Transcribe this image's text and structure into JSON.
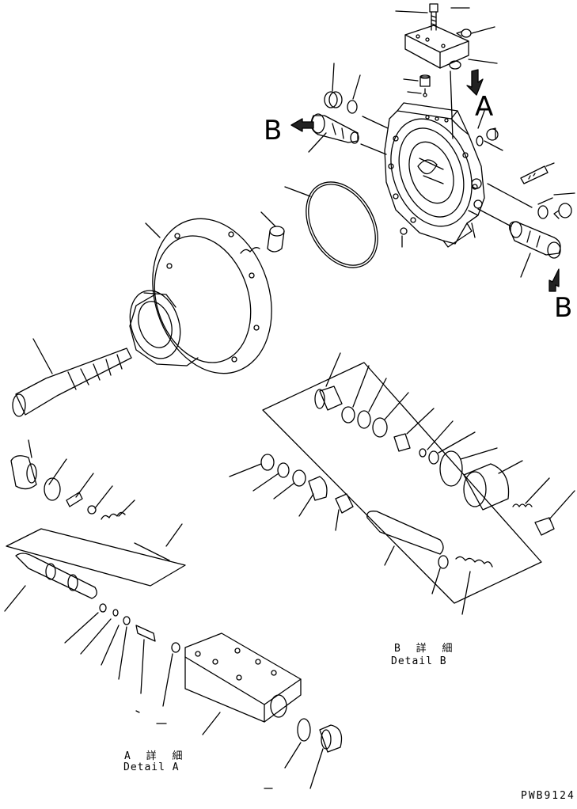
{
  "callouts": {
    "view_a": "A",
    "view_b_left": "B",
    "view_b_right": "B"
  },
  "detail_a": {
    "jp": "A 詳 細",
    "en": "Detail A"
  },
  "detail_b": {
    "jp": "B 詳 細",
    "en": "Detail B"
  },
  "drawing_code": "PWB9124",
  "colors": {
    "line": "#000000",
    "background": "#ffffff",
    "arrow_fill": "#222222"
  }
}
